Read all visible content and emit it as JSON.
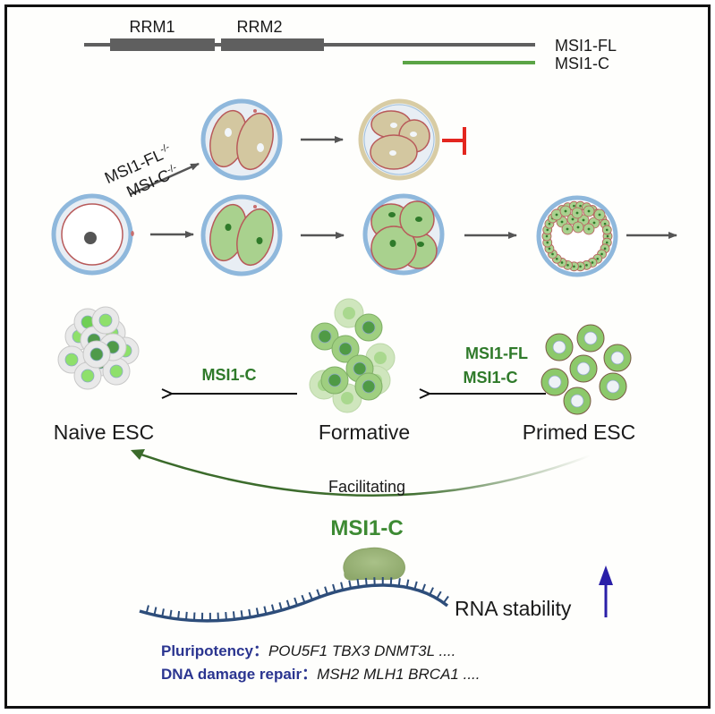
{
  "colors": {
    "frame": "#111111",
    "gene_bar": "#5f5f5f",
    "msi1c_bar": "#5ba446",
    "label_green": "#2f7a2a",
    "inhibit_red": "#e3261f",
    "zona_blue": "#8fb8dc",
    "zona_tan": "#d8cca4",
    "cell_green": "#a9d18e",
    "cell_tan": "#d3c7a0",
    "membrane": "#b85a5a",
    "nucleus_green": "#2f7a2a",
    "rna_navy": "#2d4d7a",
    "protein_green": "#9fb97a",
    "navy_text": "#2b3590",
    "arrow_blue": "#2a1fa8",
    "arrow_gray": "#555555"
  },
  "gene_structure": {
    "domain1": "RRM1",
    "domain2": "RRM2",
    "full_length_label": "MSI1-FL",
    "c_terminal_label": "MSI1-C"
  },
  "embryo_development": {
    "knockout_label_line1": "MSI1-FL",
    "knockout_label_line1_sup": "-/-",
    "knockout_label_line2": "MSI-C",
    "knockout_label_line2_sup": "-/-",
    "knockout_outcome": "arrest",
    "normal_stages": [
      "zygote",
      "2-cell",
      "4-cell",
      "blastocyst"
    ],
    "knockout_stages": [
      "2-cell",
      "3-cell"
    ]
  },
  "esc_transition": {
    "naive_label": "Naive ESC",
    "formative_label": "Formative",
    "primed_label": "Primed ESC",
    "formative_to_naive_factor": "MSI1-C",
    "primed_to_formative_factor_1": "MSI1-FL",
    "primed_to_formative_factor_2": "MSI1-C",
    "curve_label": "Facilitating"
  },
  "mechanism": {
    "protein_label": "MSI1-C",
    "rna_effect_label": "RNA stability",
    "rna_effect_direction": "up"
  },
  "targets": [
    {
      "category": "Pluripotency",
      "separator": "：",
      "genes": "POU5F1 TBX3 DNMT3L ...."
    },
    {
      "category": "DNA damage repair",
      "separator": "：",
      "genes": "MSH2 MLH1 BRCA1 ...."
    }
  ]
}
